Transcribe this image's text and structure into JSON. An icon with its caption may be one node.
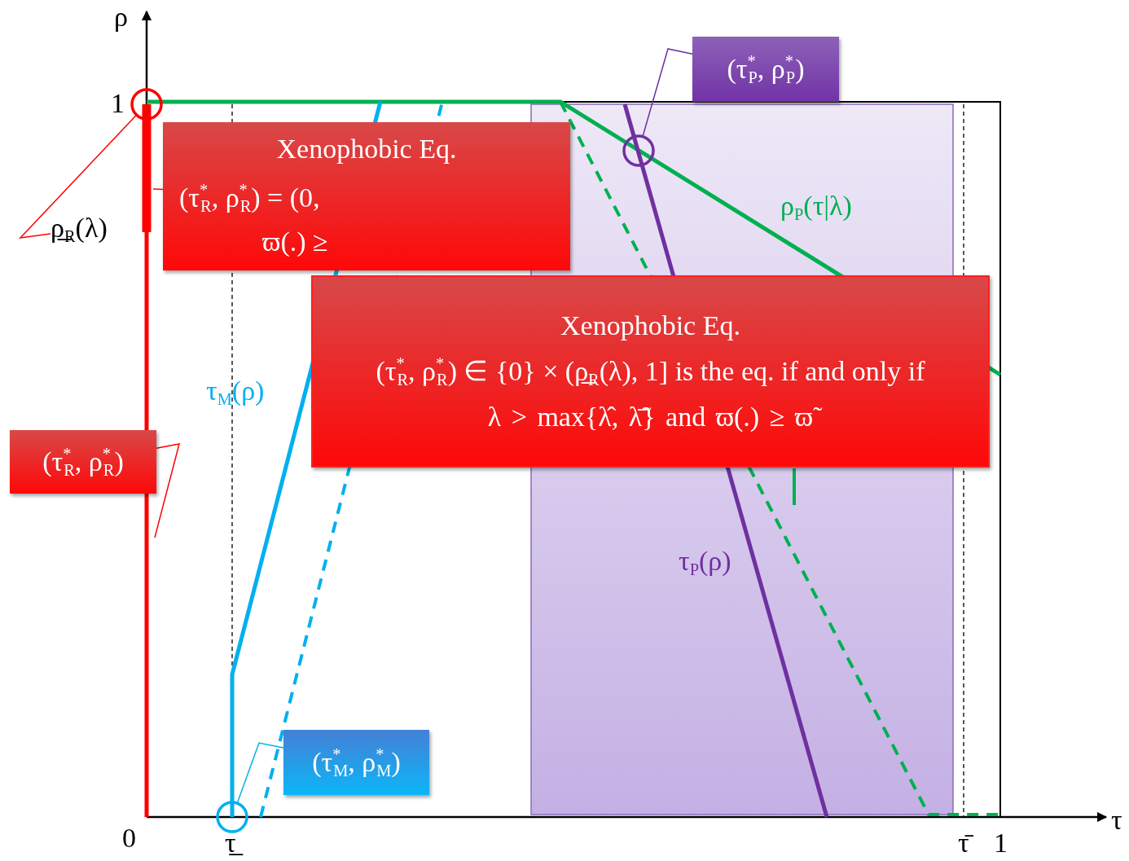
{
  "diagram": {
    "nodes": [
      {
        "text": [
          "Xenophobic Eq.",
          "(τ$^{*}$$_{R}$, ρ$^{*}$$_{R}$) = (0,",
          "ϖ(.) ≥"
        ]
      },
      {
        "text": [
          "Xenophobic Eq.",
          "(τ$^{*}$$_{R}$, ρ$^{*}$$_{R}$) ∈ {0} × (ρ̲$_{R}$(λ), 1] is the eq. if and only if",
          "λ > max{λ̂, λ̃̄} and ϖ(.) ≥ ϖ̃"
        ]
      },
      {
        "text": [
          "(τ$^{*}$$_{R}$, ρ$^{*}$$_{R}$)"
        ]
      },
      {
        "text": [
          "(τ$^{*}$$_{M}$, ρ$^{*}$$_{M}$)"
        ]
      },
      {
        "text": [
          "(τ$^{*}$$_{P}$, ρ$^{*}$$_{P}$)"
        ]
      },
      {
        "text": [],
        "shape": "circle"
      },
      {
        "text": [],
        "shape": "circle"
      },
      {
        "text": [],
        "shape": "circle"
      },
      {
        "text": [
          "ρ̲$_{R}$(λ)"
        ]
      }
    ],
    "edges": [
      {
        "from": 8,
        "to": 5,
        "arrow": "none",
        "color": "#ff0000"
      },
      {
        "from": 3,
        "to": 6,
        "arrow": "none",
        "color": "#00b0f0"
      },
      {
        "from": 4,
        "to": 7,
        "arrow": "none",
        "color": "#7030a0"
      },
      {
        "from": 0,
        "to": null,
        "arrow": "none",
        "color": "#ff0000"
      },
      {
        "from": 2,
        "to": null,
        "arrow": "none",
        "color": "#ff0000"
      }
    ],
    "labels": [
      "ρ",
      "1",
      "ρ$_{P}$(τ|λ)",
      "τ$_{M}$(ρ)",
      "τ$_{P}$(ρ)",
      "0",
      "τ̲",
      "τ̄",
      "1",
      "τ"
    ]
  }
}
